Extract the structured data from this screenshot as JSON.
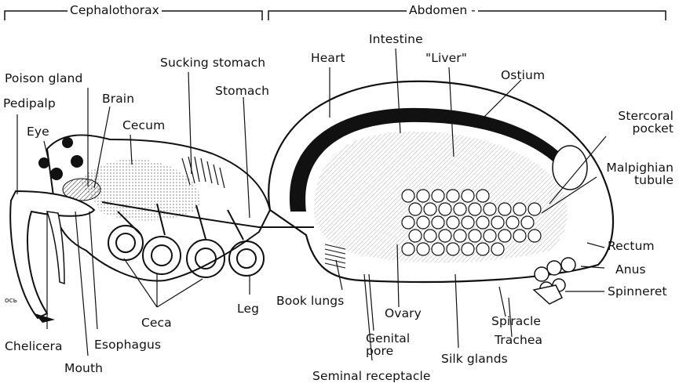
{
  "sections": {
    "cephalothorax": "Cephalothorax",
    "abdomen": "Abdomen -"
  },
  "labels": {
    "poison_gland": "Poison gland",
    "pedipalp": "Pedipalp",
    "eye": "Eye",
    "brain": "Brain",
    "cecum": "Cecum",
    "sucking_stomach": "Sucking stomach",
    "stomach": "Stomach",
    "heart": "Heart",
    "intestine": "Intestine",
    "liver": "\"Liver\"",
    "ostium": "Ostium",
    "stercoral_pocket": "Stercoral\npocket",
    "malpighian_tubule": "Malpighian\ntubule",
    "rectum": "Rectum",
    "anus": "Anus",
    "spinneret": "Spinneret",
    "chelicera": "Chelicera",
    "mouth": "Mouth",
    "esophagus": "Esophagus",
    "ceca": "Ceca",
    "leg": "Leg",
    "book_lungs": "Book lungs",
    "ovary": "Ovary",
    "genital_pore": "Genital\npore",
    "seminal_receptacle": "Seminal receptacle",
    "silk_glands": "Silk glands",
    "spiracle": "Spiracle",
    "trachea": "Trachea"
  },
  "initials": "ось"
}
